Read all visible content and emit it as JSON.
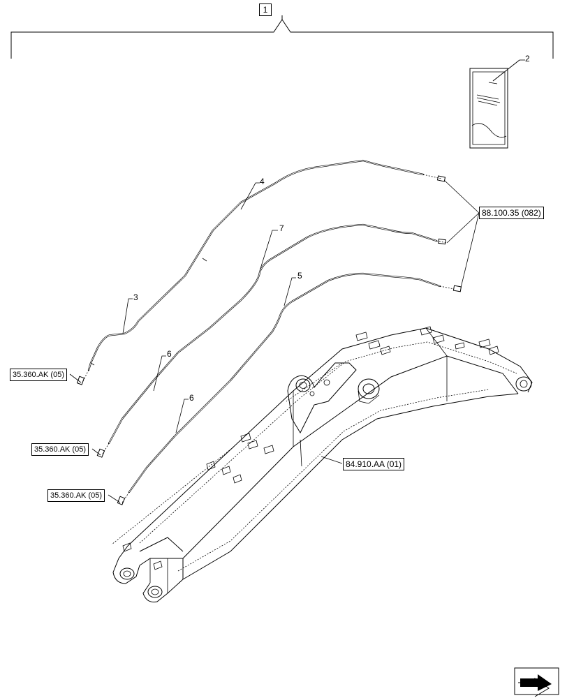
{
  "assembly_callout": "1",
  "callouts": {
    "c2": "2",
    "c3": "3",
    "c4": "4",
    "c5": "5",
    "c6a": "6",
    "c6b": "6",
    "c7": "7"
  },
  "references": {
    "ref_tube_fittings": "88.100.35 (082)",
    "ref_boom": "84.910.AA (01)",
    "ref_hose_1": "35.360.AK (05)",
    "ref_hose_2": "35.360.AK (05)",
    "ref_hose_3": "35.360.AK (05)"
  },
  "icons": {
    "nav": "next-page-arrow-icon",
    "manual": "instruction-sheet-icon"
  }
}
